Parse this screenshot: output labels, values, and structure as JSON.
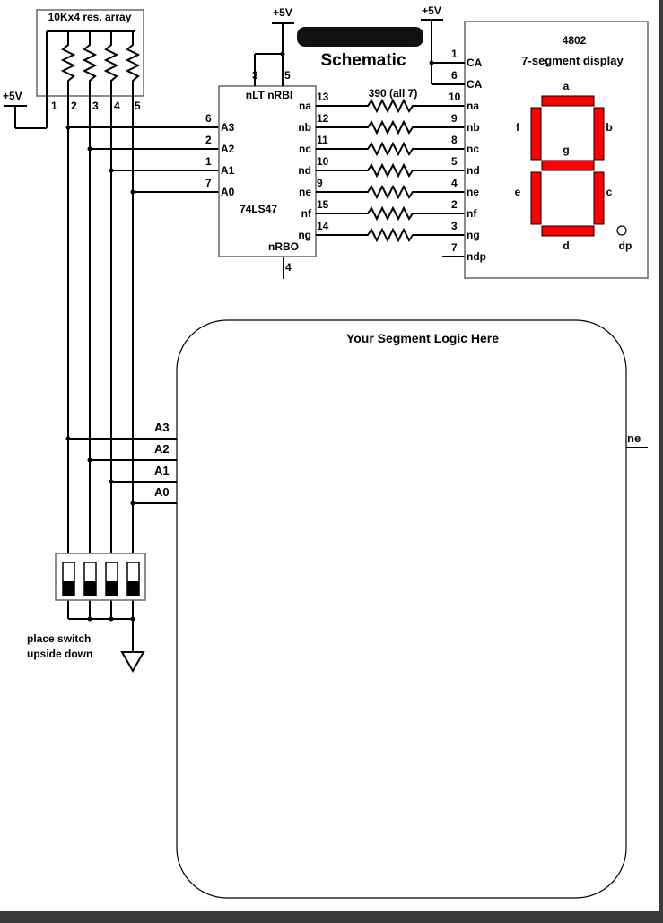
{
  "title": "Schematic",
  "supply": {
    "label": "+5V"
  },
  "res_array": {
    "label": "10Kx4 res. array",
    "pins": [
      "1",
      "2",
      "3",
      "4",
      "5"
    ]
  },
  "ic": {
    "name": "74LS47",
    "top_label": "nLT nRBI",
    "top_pins": [
      "3",
      "5"
    ],
    "inputs": [
      {
        "label": "A3",
        "pin": "6"
      },
      {
        "label": "A2",
        "pin": "2"
      },
      {
        "label": "A1",
        "pin": "1"
      },
      {
        "label": "A0",
        "pin": "7"
      }
    ],
    "outputs": [
      {
        "label": "na",
        "pin": "13"
      },
      {
        "label": "nb",
        "pin": "12"
      },
      {
        "label": "nc",
        "pin": "11"
      },
      {
        "label": "nd",
        "pin": "10"
      },
      {
        "label": "ne",
        "pin": "9"
      },
      {
        "label": "nf",
        "pin": "15"
      },
      {
        "label": "ng",
        "pin": "14"
      }
    ],
    "rbo_label": "nRBO",
    "ground_pin": "4"
  },
  "series_resistors": {
    "label": "390 (all 7)"
  },
  "display": {
    "part": "4802",
    "name": "7-segment display",
    "ca_pins": [
      {
        "label": "CA",
        "pin": "1"
      },
      {
        "label": "CA",
        "pin": "6"
      }
    ],
    "inputs": [
      {
        "label": "na",
        "pin": "10"
      },
      {
        "label": "nb",
        "pin": "9"
      },
      {
        "label": "nc",
        "pin": "8"
      },
      {
        "label": "nd",
        "pin": "5"
      },
      {
        "label": "ne",
        "pin": "4"
      },
      {
        "label": "nf",
        "pin": "2"
      },
      {
        "label": "ng",
        "pin": "3"
      },
      {
        "label": "ndp",
        "pin": "7"
      }
    ],
    "segments": {
      "a": "a",
      "b": "b",
      "c": "c",
      "d": "d",
      "e": "e",
      "f": "f",
      "g": "g",
      "dp": "dp"
    },
    "segment_color": "#ff0000"
  },
  "logic_box": {
    "title": "Your Segment Logic Here",
    "inputs": [
      "A3",
      "A2",
      "A1",
      "A0"
    ],
    "output": "ne"
  },
  "switch": {
    "note_line1": "place switch",
    "note_line2": "upside down"
  }
}
